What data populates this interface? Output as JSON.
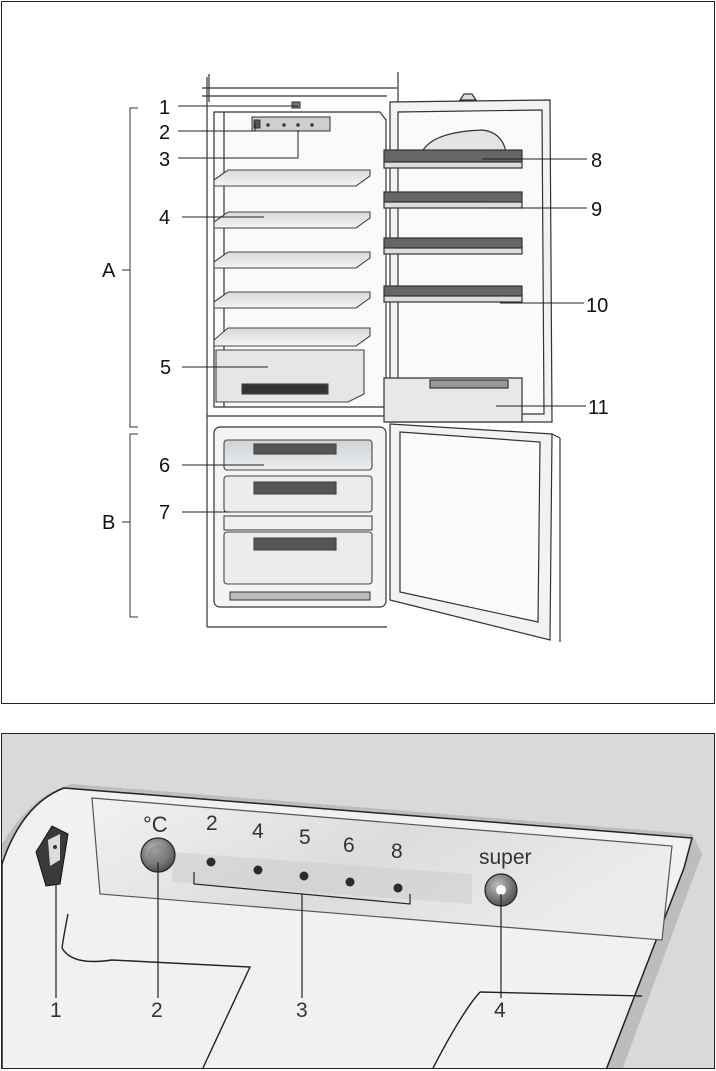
{
  "figure_top": {
    "callouts_left": [
      "1",
      "2",
      "3",
      "4",
      "5",
      "6",
      "7"
    ],
    "callouts_right": [
      "8",
      "9",
      "10",
      "11"
    ],
    "sections": [
      "A",
      "B"
    ]
  },
  "figure_bottom": {
    "temp_symbol": "°C",
    "temperature_scale": [
      "2",
      "4",
      "5",
      "6",
      "8"
    ],
    "super_label": "super",
    "callouts": [
      "1",
      "2",
      "3",
      "4"
    ]
  }
}
